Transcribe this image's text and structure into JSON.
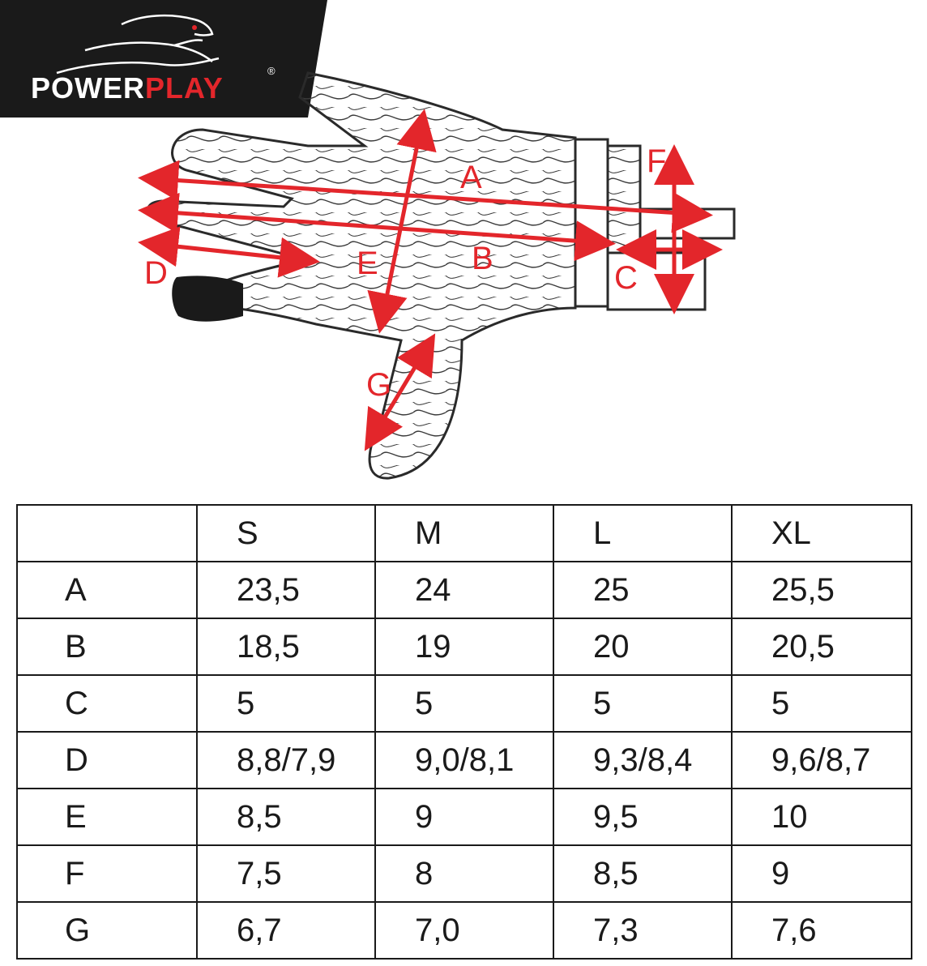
{
  "brand": {
    "name_first": "POWER",
    "name_second": "PLAY",
    "registered": "®",
    "colors": {
      "badge": "#1a1a1a",
      "accent": "#e3262b",
      "text": "#ffffff"
    }
  },
  "diagram": {
    "labels": {
      "A": "A",
      "B": "B",
      "C": "C",
      "D": "D",
      "E": "E",
      "F": "F",
      "G": "G"
    },
    "arrow_color": "#e3262b"
  },
  "table": {
    "corner": "",
    "sizes": [
      "S",
      "M",
      "L",
      "XL"
    ],
    "rows": [
      {
        "label": "A",
        "values": [
          "23,5",
          "24",
          "25",
          "25,5"
        ]
      },
      {
        "label": "B",
        "values": [
          "18,5",
          "19",
          "20",
          "20,5"
        ]
      },
      {
        "label": "C",
        "values": [
          "5",
          "5",
          "5",
          "5"
        ]
      },
      {
        "label": "D",
        "values": [
          "8,8/7,9",
          "9,0/8,1",
          "9,3/8,4",
          "9,6/8,7"
        ]
      },
      {
        "label": "E",
        "values": [
          "8,5",
          "9",
          "9,5",
          "10"
        ]
      },
      {
        "label": "F",
        "values": [
          "7,5",
          "8",
          "8,5",
          "9"
        ]
      },
      {
        "label": "G",
        "values": [
          "6,7",
          "7,0",
          "7,3",
          "7,6"
        ]
      }
    ]
  }
}
